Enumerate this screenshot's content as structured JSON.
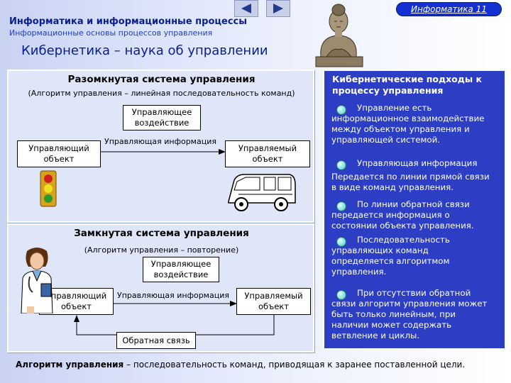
{
  "header": {
    "title": "Информатика и информационные процессы",
    "subtitle": "Информационные основы процессов управления",
    "topic": "Кибернетика – наука об управлении",
    "nav_link": "Информатика 11"
  },
  "open_system": {
    "title": "Разомкнутая система управления",
    "note": "(Алгоритм управления – линейная последовательность команд)",
    "control_action_line1": "Управляющее",
    "control_action_line2": "воздействие",
    "controller_line1": "Управляющий",
    "controller_line2": "объект",
    "info_label": "Управляющая информация",
    "controlled_line1": "Управляемый",
    "controlled_line2": "объект"
  },
  "closed_system": {
    "title": "Замкнутая система управления",
    "note": "(Алгоритм управления – повторение)",
    "control_action_line1": "Управляющее",
    "control_action_line2": "воздействие",
    "controller_line1": "Управляющий",
    "controller_line2": "объект",
    "info_label": "Управляющая информация",
    "controlled_line1": "Управляемый",
    "controlled_line2": "объект",
    "feedback": "Обратная связь"
  },
  "approaches": {
    "title_line1": "Кибернетические подходы к",
    "title_line2": "процессу управления",
    "p1": [
      "Управление есть",
      "информационное взаимодействие",
      "между объектом управления и",
      "управляющей системой."
    ],
    "p2": [
      "Управляющая информация",
      "Передается по линии прямой связи",
      "в виде команд управления."
    ],
    "p3": [
      "По линии обратной связи",
      "передается информация о",
      "состоянии объекта управления."
    ],
    "p4": [
      "Последовательность",
      "управляющих команд",
      "определяется алгоритмом",
      "управления."
    ],
    "p5": [
      "При отсутствии обратной",
      "связи алгоритм управления может",
      "быть только линейным, при",
      "наличии может содержать",
      "ветвление и циклы."
    ]
  },
  "footer": {
    "term": "Алгоритм управления",
    "definition": " – последовательность команд, приводящая к заранее поставленной цели."
  },
  "colors": {
    "title": "#0a1f8f",
    "panel": "#dfe6f8",
    "right_panel": "#2c3ec3",
    "bullet": "#7fe0dc"
  }
}
